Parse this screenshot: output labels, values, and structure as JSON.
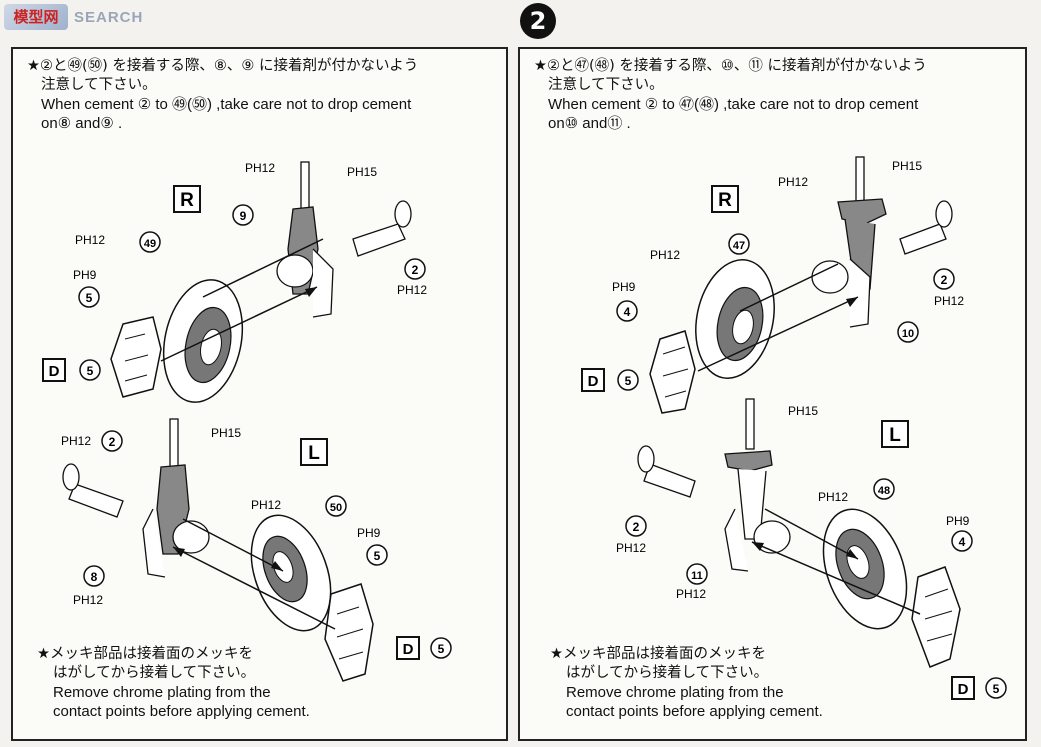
{
  "watermark": {
    "logo": "模型网",
    "text": "SEARCH"
  },
  "step": "2",
  "left_panel": {
    "note_jp": "★②と㊾(㊿) を接着する際、⑧、⑨ に接着剤が付かないよう",
    "note_jp2": "注意して下さい。",
    "note_en1": "When cement ② to ㊾(㊿) ,take care not to drop cement",
    "note_en2": "on⑧ and⑨ .",
    "chrome_jp1": "★メッキ部品は接着面のメッキを",
    "chrome_jp2": "はがしてから接着して下さい。",
    "chrome_en1": "Remove chrome plating from the",
    "chrome_en2": "contact points before applying cement.",
    "side_r": "R",
    "side_l": "L",
    "mark_d": "D",
    "parts": {
      "p49": "49",
      "p50": "50",
      "p9": "9",
      "p2": "2",
      "p5": "5",
      "p8": "8",
      "ph12": "PH12",
      "ph15": "PH15",
      "ph9": "PH9"
    }
  },
  "right_panel": {
    "note_jp": "★②と㊼(㊽) を接着する際、⑩、⑪ に接着剤が付かないよう",
    "note_jp2": "注意して下さい。",
    "note_en1": "When cement ② to ㊼(㊽) ,take care not to drop cement",
    "note_en2": "on⑩ and⑪ .",
    "chrome_jp1": "★メッキ部品は接着面のメッキを",
    "chrome_jp2": "はがしてから接着して下さい。",
    "chrome_en1": "Remove chrome plating from the",
    "chrome_en2": "contact points before applying cement.",
    "side_r": "R",
    "side_l": "L",
    "mark_d": "D",
    "parts": {
      "p47": "47",
      "p48": "48",
      "p10": "10",
      "p11": "11",
      "p2": "2",
      "p4": "4",
      "p5": "5",
      "ph12": "PH12",
      "ph15": "PH15",
      "ph9": "PH9"
    }
  }
}
